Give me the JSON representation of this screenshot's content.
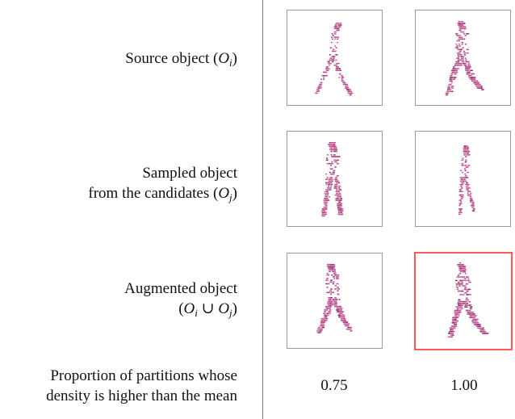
{
  "rows": [
    {
      "label_line1": "Source object (",
      "label_sym": "O",
      "label_sub": "i",
      "label_end": ")",
      "label_line0": ""
    },
    {
      "label_line0": "Sampled object",
      "label_line1": "from the candidates (",
      "label_sym": "O",
      "label_sub": "j",
      "label_end": ")"
    },
    {
      "label_line0": "Augmented object",
      "label_line1": "(",
      "label_sym": "O",
      "label_sub": "i",
      "label_union": " ∪ ",
      "label_sym2": "O",
      "label_sub2": "j",
      "label_end": ")"
    }
  ],
  "footer": {
    "label_line0": "Proportion of partitions whose",
    "label_line1": "density is higher than the mean",
    "values": [
      "0.75",
      "1.00"
    ]
  },
  "colors": {
    "point": "#c0508f",
    "point_dark": "#8e2f68",
    "highlight_border": "#ff5a5a",
    "panel_border": "#9a9a9a",
    "divider": "#777777"
  }
}
